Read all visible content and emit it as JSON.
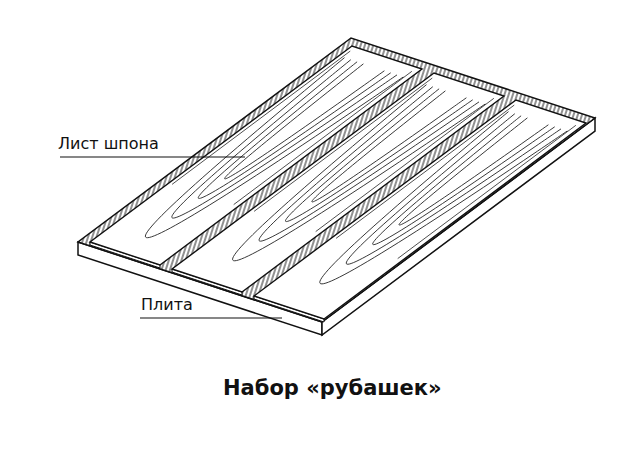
{
  "diagram": {
    "title": "Набор «рубашек»",
    "labels": [
      "Лист шпона",
      "Плита"
    ]
  }
}
